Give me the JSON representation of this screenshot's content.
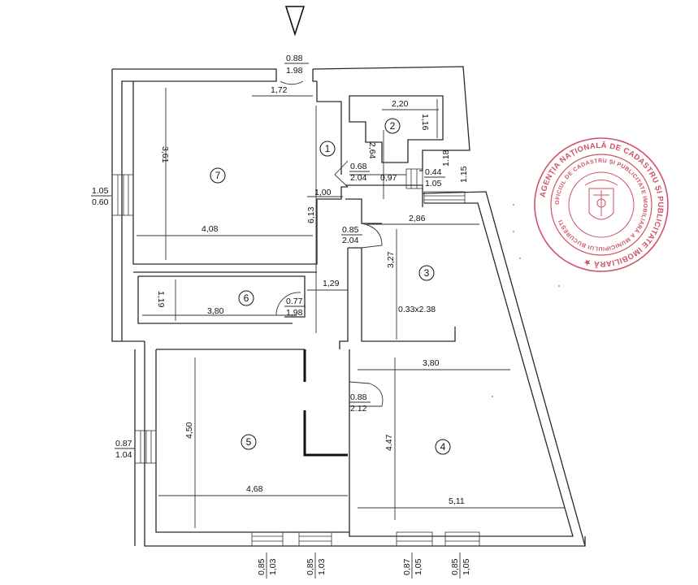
{
  "rooms": [
    {
      "id": "1",
      "number": "1"
    },
    {
      "id": "2",
      "number": "2"
    },
    {
      "id": "3",
      "number": "3"
    },
    {
      "id": "4",
      "number": "4"
    },
    {
      "id": "5",
      "number": "5"
    },
    {
      "id": "6",
      "number": "6"
    },
    {
      "id": "7",
      "number": "7"
    }
  ],
  "dimensions": {
    "entry_door_top": "0.88",
    "entry_door_bottom": "1.98",
    "hall_172": "1,72",
    "room7_height": "3,61",
    "room7_width": "4,08",
    "room7_window_top": "1.05",
    "room7_window_bottom": "0.60",
    "room2_width": "2,20",
    "room2_height": "1,16",
    "room2_side": "2,64",
    "door2_top": "0.68",
    "door2_bottom": "2.04",
    "hall_097": "0,97",
    "win2_top": "0.44",
    "win2_bottom": "1.05",
    "v118": "1.18",
    "v115": "1.15",
    "hall_100": "1,00",
    "hall_613": "6,13",
    "door3_top": "0.85",
    "door3_bottom": "2.04",
    "room3_width": "2,86",
    "room3_height": "3,27",
    "room3_niche": "0.33x2.38",
    "hall_129": "1,29",
    "room6_height": "1,19",
    "room6_width": "3,80",
    "door6_top": "0.77",
    "door6_bottom": "1,98",
    "room4_top_width": "3,80",
    "door4_top": "0.88",
    "door4_bottom": "2.12",
    "room4_height": "4.47",
    "room4_bottom_width": "5,11",
    "room5_height": "4,50",
    "room5_width": "4,68",
    "room5_window_top": "0.87",
    "room5_window_bottom": "1.04",
    "bw1_top": "0,85",
    "bw1_bottom": "1,03",
    "bw2_top": "0,85",
    "bw2_bottom": "1,03",
    "bw3_top": "0,87",
    "bw3_bottom": "1,05",
    "bw4_top": "0,85",
    "bw4_bottom": "1,05"
  },
  "stamp": {
    "outer_text": "AGENȚIA NAȚIONALĂ DE CADASTRU ȘI PUBLICITATE IMOBILIARĂ ★",
    "inner_text": "OFICIUL DE CADASTRU ȘI PUBLICITATE IMOBILIARĂ A MUNICIPIULUI BUCUREȘTI",
    "color": "#c8324a"
  },
  "colors": {
    "line": "#2a2a2a",
    "stamp": "#c8324a"
  }
}
